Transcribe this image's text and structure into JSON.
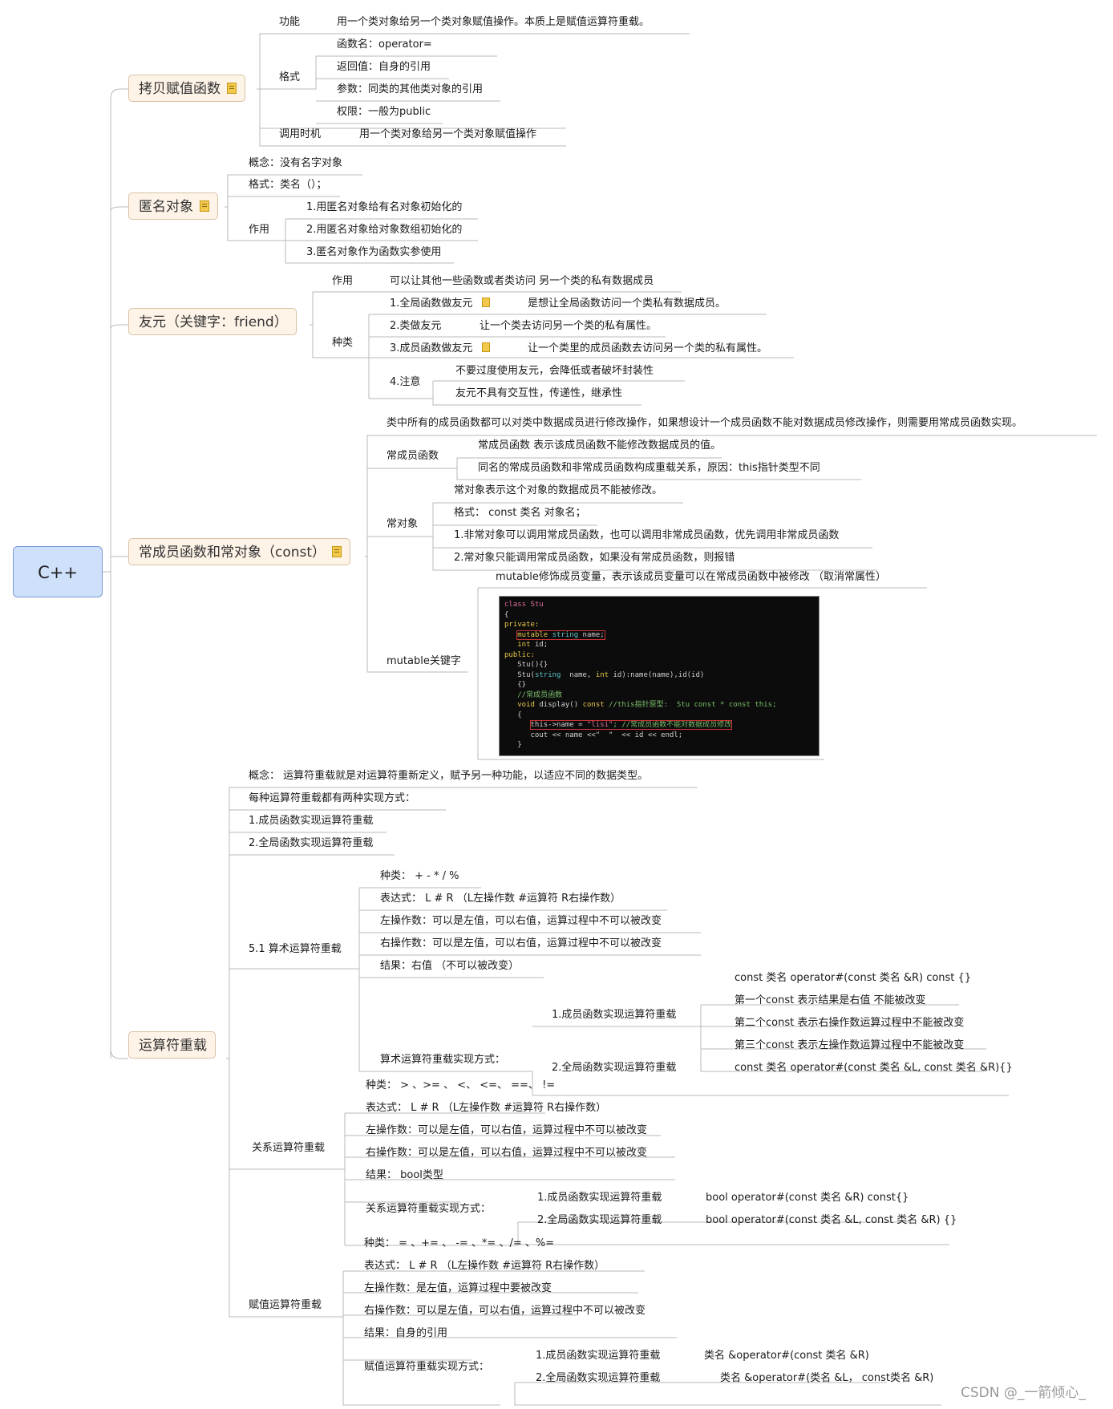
{
  "root": "C++",
  "watermark": "CSDN @_一箭倾心_",
  "b1": {
    "title": "拷贝赋值函数",
    "func_label": "功能",
    "func_text": "用一个类对象给另一个类对象赋值操作。本质上是赋值运算符重载。",
    "fmt_label": "格式",
    "fmt_items": [
      "函数名：operator=",
      "返回值：自身的引用",
      "参数：同类的其他类对象的引用",
      "权限：一般为public"
    ],
    "call_label": "调用时机",
    "call_text": "用一个类对象给另一个类对象赋值操作"
  },
  "b2": {
    "title": "匿名对象",
    "concept": "概念：没有名字对象",
    "format": "格式：类名（）；",
    "use_label": "作用",
    "use_items": [
      "1.用匿名对象给有名对象初始化的",
      "2.用匿名对象给对象数组初始化的",
      "3.匿名对象作为函数实参使用"
    ]
  },
  "b3": {
    "title": "友元（关键字：friend）",
    "use_label": "作用",
    "use_text": "可以让其他一些函数或者类访问 另一个类的私有数据成员",
    "kind_label": "种类",
    "k1": "1.全局函数做友元",
    "k1_desc": "是想让全局函数访问一个类私有数据成员。",
    "k2": "2.类做友元",
    "k2_desc": "让一个类去访问另一个类的私有属性。",
    "k3": "3.成员函数做友元",
    "k3_desc": "让一个类里的成员函数去访问另一个类的私有属性。",
    "k4": "4.注意",
    "k4_items": [
      "不要过度使用友元，会降低或者破坏封装性",
      "友元不具有交互性，传递性，继承性"
    ]
  },
  "b4": {
    "title": "常成员函数和常对象（const）",
    "intro": "类中所有的成员函数都可以对类中数据成员进行修改操作，如果想设计一个成员函数不能对数据成员修改操作，则需要用常成员函数实现。",
    "cm_label": "常成员函数",
    "cm_items": [
      "常成员函数 表示该成员函数不能修改数据成员的值。",
      "同名的常成员函数和非常成员函数构成重载关系，原因：this指针类型不同"
    ],
    "co_label": "常对象",
    "co_items": [
      "常对象表示这个对象的数据成员不能被修改。",
      "格式： const 类名 对象名；",
      "1.非常对象可以调用常成员函数，也可以调用非常成员函数，优先调用非常成员函数",
      "2.常对象只能调用常成员函数，如果没有常成员函数，则报错"
    ],
    "mu_label": "mutable关键字",
    "mu_text": "mutable修饰成员变量，表示该成员变量可以在常成员函数中被修改 （取消常属性）",
    "code": {
      "l1a": "class ",
      "l1b": "Stu",
      "l2": "{",
      "l3": "private:",
      "l4a": "mutable ",
      "l4b": "string",
      "l4c": " name;",
      "l5a": "int",
      "l5b": " id;",
      "l6": "public:",
      "l7": "Stu(){}",
      "l8a": "Stu(",
      "l8b": "string",
      "l8c": "  name, ",
      "l8d": "int",
      "l8e": " id):name(name),id(id)",
      "l9": "{}",
      "l10": "//常成员函数",
      "l11a": "void",
      "l11b": " display() ",
      "l11c": "const",
      "l11d": " //this指针原型:  Stu const * const this;",
      "l12": "{",
      "l13a": "this->name = ",
      "l13b": "\"lisi\"",
      "l13c": "; //常成员函数不能对数据成员修改",
      "l14": "cout << name <<\"  \"  << id << endl;",
      "l15": "}"
    }
  },
  "b5": {
    "title": "运算符重载",
    "concept": "概念： 运算符重载就是对运算符重新定义，赋予另一种功能，以适应不同的数据类型。",
    "two_ways": "每种运算符重载都有两种实现方式：",
    "way1": "1.成员函数实现运算符重载",
    "way2": "2.全局函数实现运算符重载",
    "a_label": "5.1 算术运算符重载",
    "a_items": [
      "种类： + - * /  %",
      "表达式： L  #  R  （L左操作数     #运算符     R右操作数）",
      "左操作数：可以是左值，可以右值，运算过程中不可以被改变",
      "右操作数：可以是左值，可以右值，运算过程中不可以被改变",
      "结果：右值 （不可以被改变）"
    ],
    "a_impl": "算术运算符重载实现方式：",
    "a_m_label": "1.成员函数实现运算符重载",
    "a_m_items": [
      "const 类名 operator#(const 类名 &R) const {}",
      "第一个const 表示结果是右值 不能被改变",
      "第二个const 表示右操作数运算过程中不能被改变",
      "第三个const 表示左操作数运算过程中不能被改变"
    ],
    "a_g_label": "2.全局函数实现运算符重载",
    "a_g_text": "const 类名 operator#(const 类名 &L, const 类名 &R){}",
    "r_label": "关系运算符重载",
    "r_items": [
      "种类： > 、>= 、 <、 <=、  ==、  !=",
      "表达式： L  #  R  （L左操作数     #运算符     R右操作数）",
      "左操作数：可以是左值，可以右值，运算过程中不可以被改变",
      "右操作数：可以是左值，可以右值，运算过程中不可以被改变",
      "结果： bool类型"
    ],
    "r_impl": "关系运算符重载实现方式：",
    "r_m_label": "1.成员函数实现运算符重载",
    "r_m_text": "bool operator#(const 类名 &R) const{}",
    "r_g_label": "2.全局函数实现运算符重载",
    "r_g_text": "bool operator#(const 类名 &L, const 类名 &R) {}",
    "s_label": "赋值运算符重载",
    "s_items": [
      "种类： = 、+= 、 -= 、*= 、/= 、%=",
      "表达式： L  #  R  （L左操作数     #运算符     R右操作数）",
      "左操作数：是左值，运算过程中要被改变",
      "右操作数：可以是左值，可以右值，运算过程中不可以被改变",
      "结果：自身的引用"
    ],
    "s_impl": "赋值运算符重载实现方式：",
    "s_m_label": "1.成员函数实现运算符重载",
    "s_m_text": "类名 &operator#(const 类名 &R)",
    "s_g_label": "2.全局函数实现运算符重载",
    "s_g_text": "类名 &operator#(类名 &L， const类名 &R)"
  }
}
